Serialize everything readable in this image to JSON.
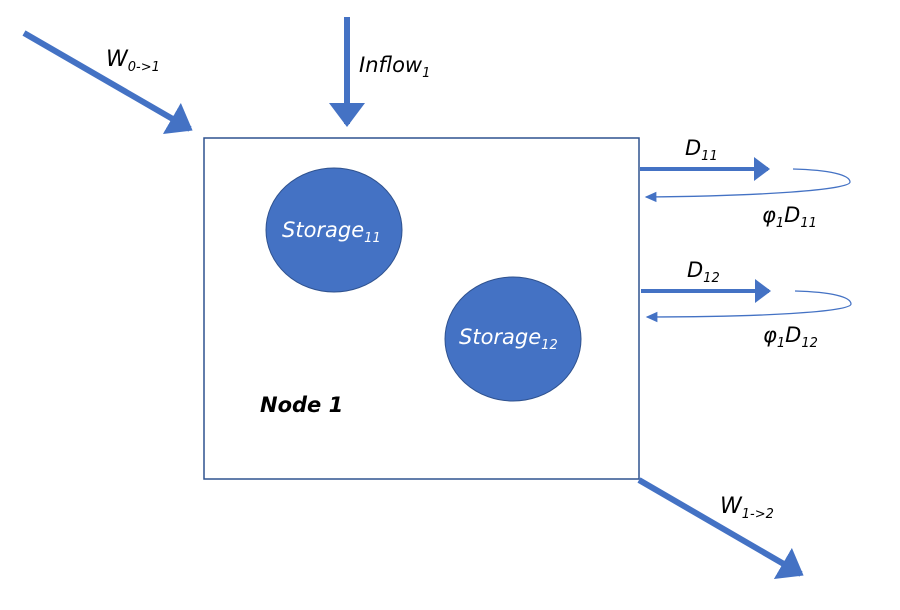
{
  "diagram": {
    "node": {
      "label": "Node 1"
    },
    "storages": [
      {
        "name": "Storage",
        "subscript": "11"
      },
      {
        "name": "Storage",
        "subscript": "12"
      }
    ],
    "inflow_arrow": {
      "name": "Inflow",
      "subscript": "1"
    },
    "upstream_transfer": {
      "name": "W",
      "subscript": "0->1"
    },
    "downstream_transfer": {
      "name": "W",
      "subscript": "1->2"
    },
    "demands": [
      {
        "name": "D",
        "subscript": "11",
        "return_prefix": "φ",
        "return_prefix_sub": "1",
        "return_name": "D",
        "return_sub": "11"
      },
      {
        "name": "D",
        "subscript": "12",
        "return_prefix": "φ",
        "return_prefix_sub": "1",
        "return_name": "D",
        "return_sub": "12"
      }
    ],
    "colors": {
      "arrow": "#4472C4",
      "box_stroke": "#2F528F",
      "storage_fill": "#4472C4",
      "storage_stroke": "#2F528F"
    }
  }
}
